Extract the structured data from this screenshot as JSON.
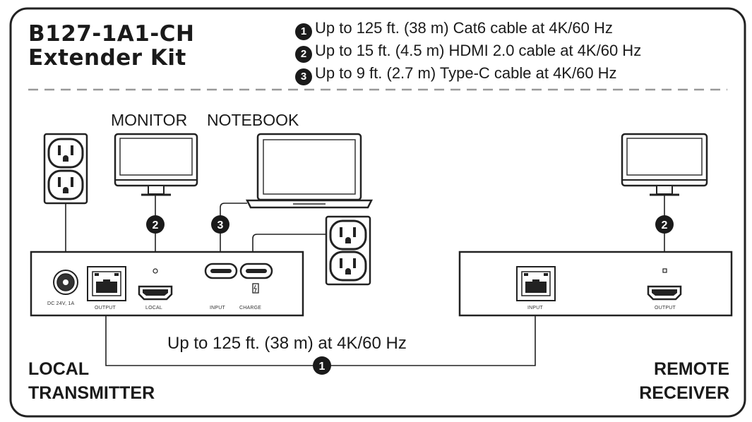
{
  "title": {
    "line1": "B127-1A1-CH",
    "line2": "Extender Kit"
  },
  "specs": [
    {
      "num": "1",
      "text": "Up to 125 ft. (38 m) Cat6 cable at 4K/60 Hz"
    },
    {
      "num": "2",
      "text": "Up to 15 ft. (4.5 m) HDMI 2.0 cable at 4K/60 Hz"
    },
    {
      "num": "3",
      "text": "Up to 9 ft. (2.7 m) Type-C cable at 4K/60 Hz"
    }
  ],
  "device_labels": {
    "monitor": "MONITOR",
    "notebook": "NOTEBOOK"
  },
  "transmitter_ports": {
    "power": "DC 24V, 1A",
    "output": "OUTPUT",
    "local": "LOCAL",
    "input": "INPUT",
    "charge": "CHARGE"
  },
  "receiver_ports": {
    "input": "INPUT",
    "output": "OUTPUT"
  },
  "cable_markers": {
    "hdmi": "2",
    "typec": "3",
    "cat6": "1"
  },
  "link_label": "Up to 125 ft. (38 m) at 4K/60 Hz",
  "local_label": {
    "line1": "LOCAL",
    "line2": "TRANSMITTER"
  },
  "remote_label": {
    "line1": "REMOTE",
    "line2": "RECEIVER"
  }
}
